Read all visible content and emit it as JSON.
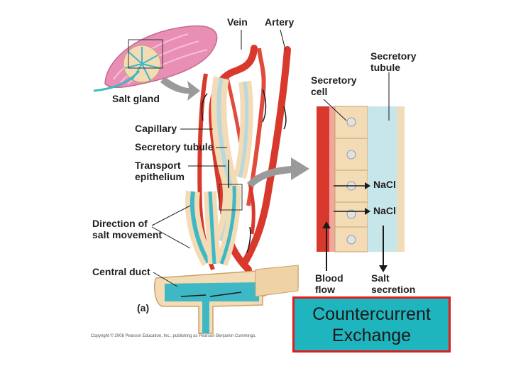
{
  "labels": {
    "vein": "Vein",
    "artery": "Artery",
    "secretory_tubule_top_1": "Secretory",
    "secretory_tubule_top_2": "tubule",
    "secretory_cell_1": "Secretory",
    "secretory_cell_2": "cell",
    "salt_gland": "Salt gland",
    "capillary": "Capillary",
    "secretory_tubule": "Secretory tubule",
    "transport_epithelium_1": "Transport",
    "transport_epithelium_2": "epithelium",
    "nacl_1": "Na",
    "nacl_1b": "Cl",
    "nacl_2": "Na",
    "nacl_2b": "Cl",
    "direction_1": "Direction of",
    "direction_2": "salt movement",
    "central_duct": "Central duct",
    "panel": "(a)",
    "blood_flow_1": "Blood",
    "blood_flow_2": "flow",
    "salt_secretion_1": "Salt",
    "salt_secretion_2": "secretion"
  },
  "copyright": "Copyright © 2008 Pearson Education, Inc., publishing as Pearson Benjamin Cummings.",
  "caption": {
    "line1": "Countercurrent",
    "line2": "Exchange"
  },
  "colors": {
    "artery_red": "#d9392c",
    "tissue_tan": "#f3dcb5",
    "duct_blue": "#3fb8c6",
    "gland_pink": "#e98fb5",
    "arrow_gray": "#9a9a9a",
    "caption_bg": "#1fb5be",
    "caption_border": "#e01b1b"
  }
}
